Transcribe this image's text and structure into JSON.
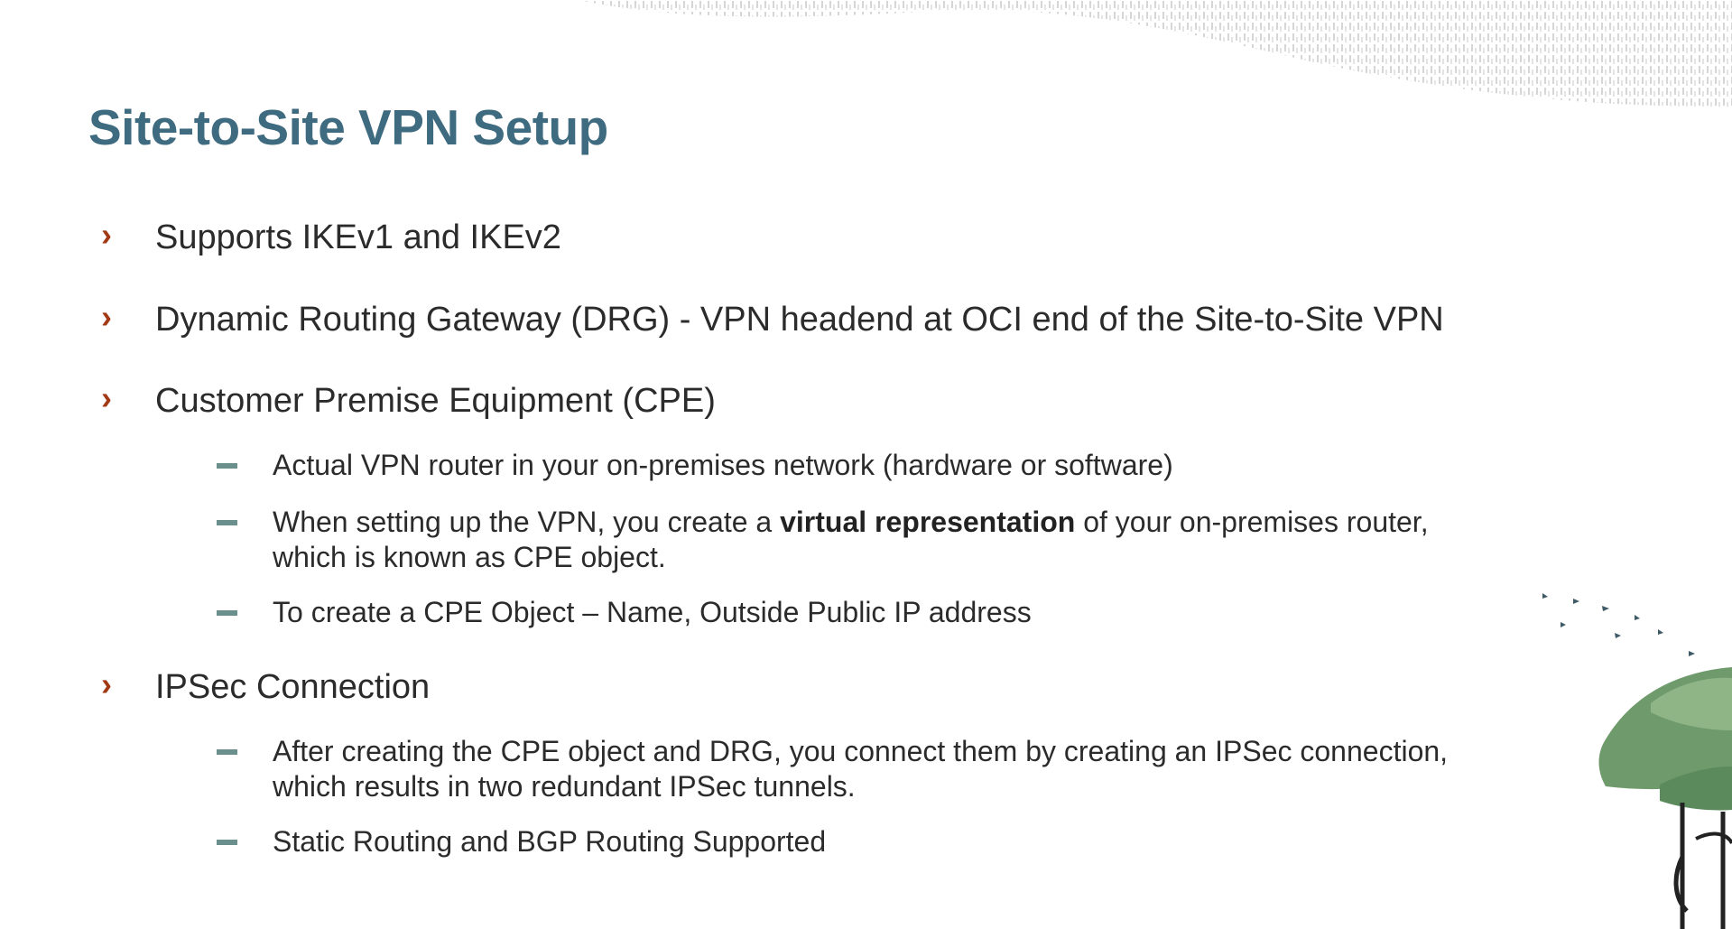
{
  "slide": {
    "title": "Site-to-Site VPN Setup",
    "bullets": [
      {
        "text": "Supports IKEv1 and IKEv2"
      },
      {
        "text": "Dynamic Routing Gateway (DRG) - VPN headend at OCI end of the Site-to-Site VPN"
      },
      {
        "text": "Customer Premise Equipment (CPE)"
      },
      {
        "text": "IPSec Connection"
      }
    ],
    "cpe_subs": [
      {
        "text": "Actual VPN router in your on-premises network (hardware or software)"
      },
      {
        "pre": "When setting up the VPN, you create a ",
        "bold": "virtual representation",
        "post": " of your on-premises router,",
        "line2": "which is known as CPE object."
      },
      {
        "text": "To create a CPE Object – Name, Outside Public IP address"
      }
    ],
    "ipsec_subs": [
      {
        "line1": "After creating the CPE object and DRG, you connect them by creating an IPSec connection,",
        "line2": "which results in two redundant IPSec tunnels."
      },
      {
        "text": "Static Routing and BGP Routing Supported"
      }
    ]
  },
  "colors": {
    "title": "#3f6b80",
    "chevron": "#a23a16",
    "dash": "#6b8f8c",
    "text": "#2b2b2b"
  },
  "icons": {
    "bullet": "chevron-right-icon",
    "sub_bullet": "dash-icon",
    "decoration_top": "textured-wave-graphic",
    "decoration_tree": "tree-with-birds-illustration"
  }
}
